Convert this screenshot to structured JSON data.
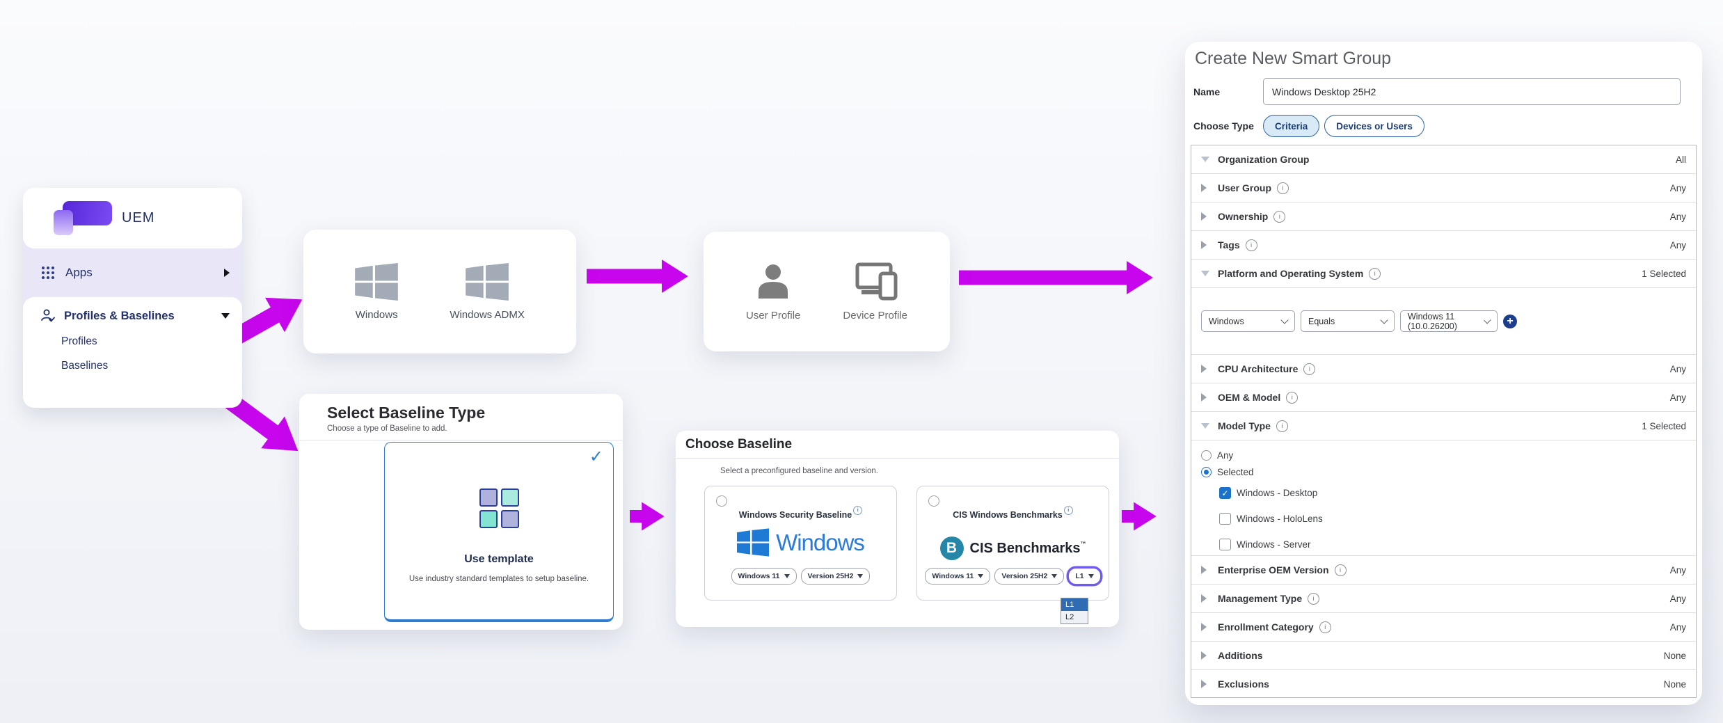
{
  "colors": {
    "arrow_magenta": "#c806ee",
    "primary_blue": "#2e7cd0",
    "selection_blue": "#1b72c8",
    "navy": "#22306b",
    "cis_teal": "#2586a8",
    "windows_blue": "#2b7bd9",
    "windows_gray": "#a3abb6",
    "sidebar_lavender": "#e9e6f7"
  },
  "sidebar": {
    "logo_text": "UEM",
    "items": [
      {
        "label": "Apps"
      },
      {
        "label": "Profiles & Baselines"
      },
      {
        "label": "Profiles"
      },
      {
        "label": "Baselines"
      }
    ]
  },
  "platform_card": {
    "options": [
      {
        "label": "Windows"
      },
      {
        "label": "Windows ADMX"
      }
    ]
  },
  "profile_card": {
    "options": [
      {
        "label": "User Profile"
      },
      {
        "label": "Device Profile"
      }
    ]
  },
  "baseline_type_card": {
    "title": "Select Baseline Type",
    "subtitle": "Choose a type of Baseline to add.",
    "template": {
      "title": "Use template",
      "description": "Use industry standard templates to setup baseline."
    }
  },
  "choose_baseline_card": {
    "title": "Choose Baseline",
    "subtitle": "Select a preconfigured baseline and version.",
    "options": [
      {
        "name": "Windows Security Baseline",
        "logo_text": "Windows",
        "dropdowns": [
          "Windows 11",
          "Version 25H2"
        ]
      },
      {
        "name": "CIS Windows Benchmarks",
        "logo_text": "CIS Benchmarks",
        "logo_tm": "™",
        "dropdowns": [
          "Windows 11",
          "Version 25H2",
          "L1"
        ],
        "open_menu": {
          "items": [
            "L1",
            "L2"
          ],
          "selected": "L1"
        }
      }
    ]
  },
  "smart_group": {
    "title": "Create New Smart Group",
    "name_label": "Name",
    "name_value": "Windows Desktop 25H2",
    "choose_type_label": "Choose Type",
    "type_pills": [
      {
        "label": "Criteria",
        "active": true
      },
      {
        "label": "Devices or Users",
        "active": false
      }
    ],
    "rows": [
      {
        "label": "Organization Group",
        "value": "All"
      },
      {
        "label": "User Group",
        "value": "Any"
      },
      {
        "label": "Ownership",
        "value": "Any"
      },
      {
        "label": "Tags",
        "value": "Any"
      },
      {
        "label": "Platform and Operating System",
        "value": "1 Selected"
      },
      {
        "label": "CPU Architecture",
        "value": "Any"
      },
      {
        "label": "OEM & Model",
        "value": "Any"
      },
      {
        "label": "Model Type",
        "value": "1 Selected"
      },
      {
        "label": "Enterprise OEM Version",
        "value": "Any"
      },
      {
        "label": "Management Type",
        "value": "Any"
      },
      {
        "label": "Enrollment Category",
        "value": "Any"
      },
      {
        "label": "Additions",
        "value": "None"
      },
      {
        "label": "Exclusions",
        "value": "None"
      }
    ],
    "platform_filter": {
      "platform": "Windows",
      "operator": "Equals",
      "os_version": "Windows 11 (10.0.26200)"
    },
    "model_type_options": {
      "radios": [
        {
          "label": "Any",
          "selected": false
        },
        {
          "label": "Selected",
          "selected": true
        }
      ],
      "checkboxes": [
        {
          "label": "Windows - Desktop",
          "checked": true
        },
        {
          "label": "Windows - HoloLens",
          "checked": false
        },
        {
          "label": "Windows - Server",
          "checked": false
        }
      ]
    }
  }
}
